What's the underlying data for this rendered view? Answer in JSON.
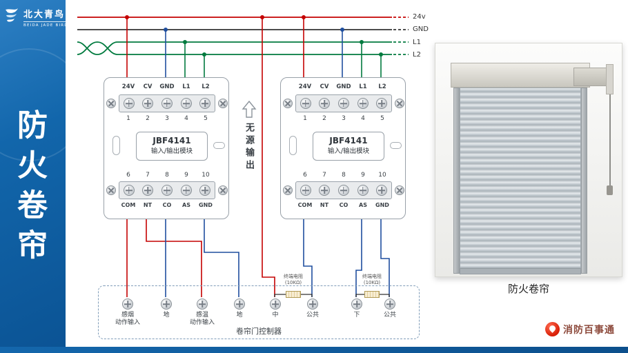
{
  "sidebar": {
    "brand_cn": "北大青鸟",
    "brand_en": "BEIDA JADE BIRD",
    "title": "防火卷帘"
  },
  "buses": [
    {
      "label": "24v",
      "color": "#c40000"
    },
    {
      "label": "GND",
      "color": "#333333"
    },
    {
      "label": "L1",
      "color": "#007a3e"
    },
    {
      "label": "L2",
      "color": "#007a3e"
    }
  ],
  "modules": [
    {
      "name": "JBF4141",
      "subtitle": "输入/输出模块",
      "top_labels": [
        "24V",
        "CV",
        "GND",
        "L1",
        "L2"
      ],
      "top_numbers": [
        "1",
        "2",
        "3",
        "4",
        "5"
      ],
      "bottom_numbers": [
        "6",
        "7",
        "8",
        "9",
        "10"
      ],
      "bottom_labels": [
        "COM",
        "NT",
        "CO",
        "AS",
        "GND"
      ]
    },
    {
      "name": "JBF4141",
      "subtitle": "输入/输出模块",
      "top_labels": [
        "24V",
        "CV",
        "GND",
        "L1",
        "L2"
      ],
      "top_numbers": [
        "1",
        "2",
        "3",
        "4",
        "5"
      ],
      "bottom_numbers": [
        "6",
        "7",
        "8",
        "9",
        "10"
      ],
      "bottom_labels": [
        "COM",
        "NT",
        "CO",
        "AS",
        "GND"
      ]
    }
  ],
  "annotation": {
    "passive_output": "无源输出"
  },
  "controller": {
    "label": "卷帘门控制器",
    "terminals": [
      "感烟\n动作输入",
      "地",
      "感温\n动作输入",
      "地",
      "中",
      "公共",
      "下",
      "公共"
    ]
  },
  "resistors": {
    "name": "终端电阻",
    "value": "(10KΩ)"
  },
  "photo": {
    "caption": "防火卷帘"
  },
  "footer": {
    "brand": "消防百事通"
  },
  "colors": {
    "wire_red": "#c40000",
    "wire_blue": "#1f4e9e",
    "wire_green": "#007a3e",
    "wire_black": "#333333",
    "sidebar_blue": "#0e5a9d"
  }
}
